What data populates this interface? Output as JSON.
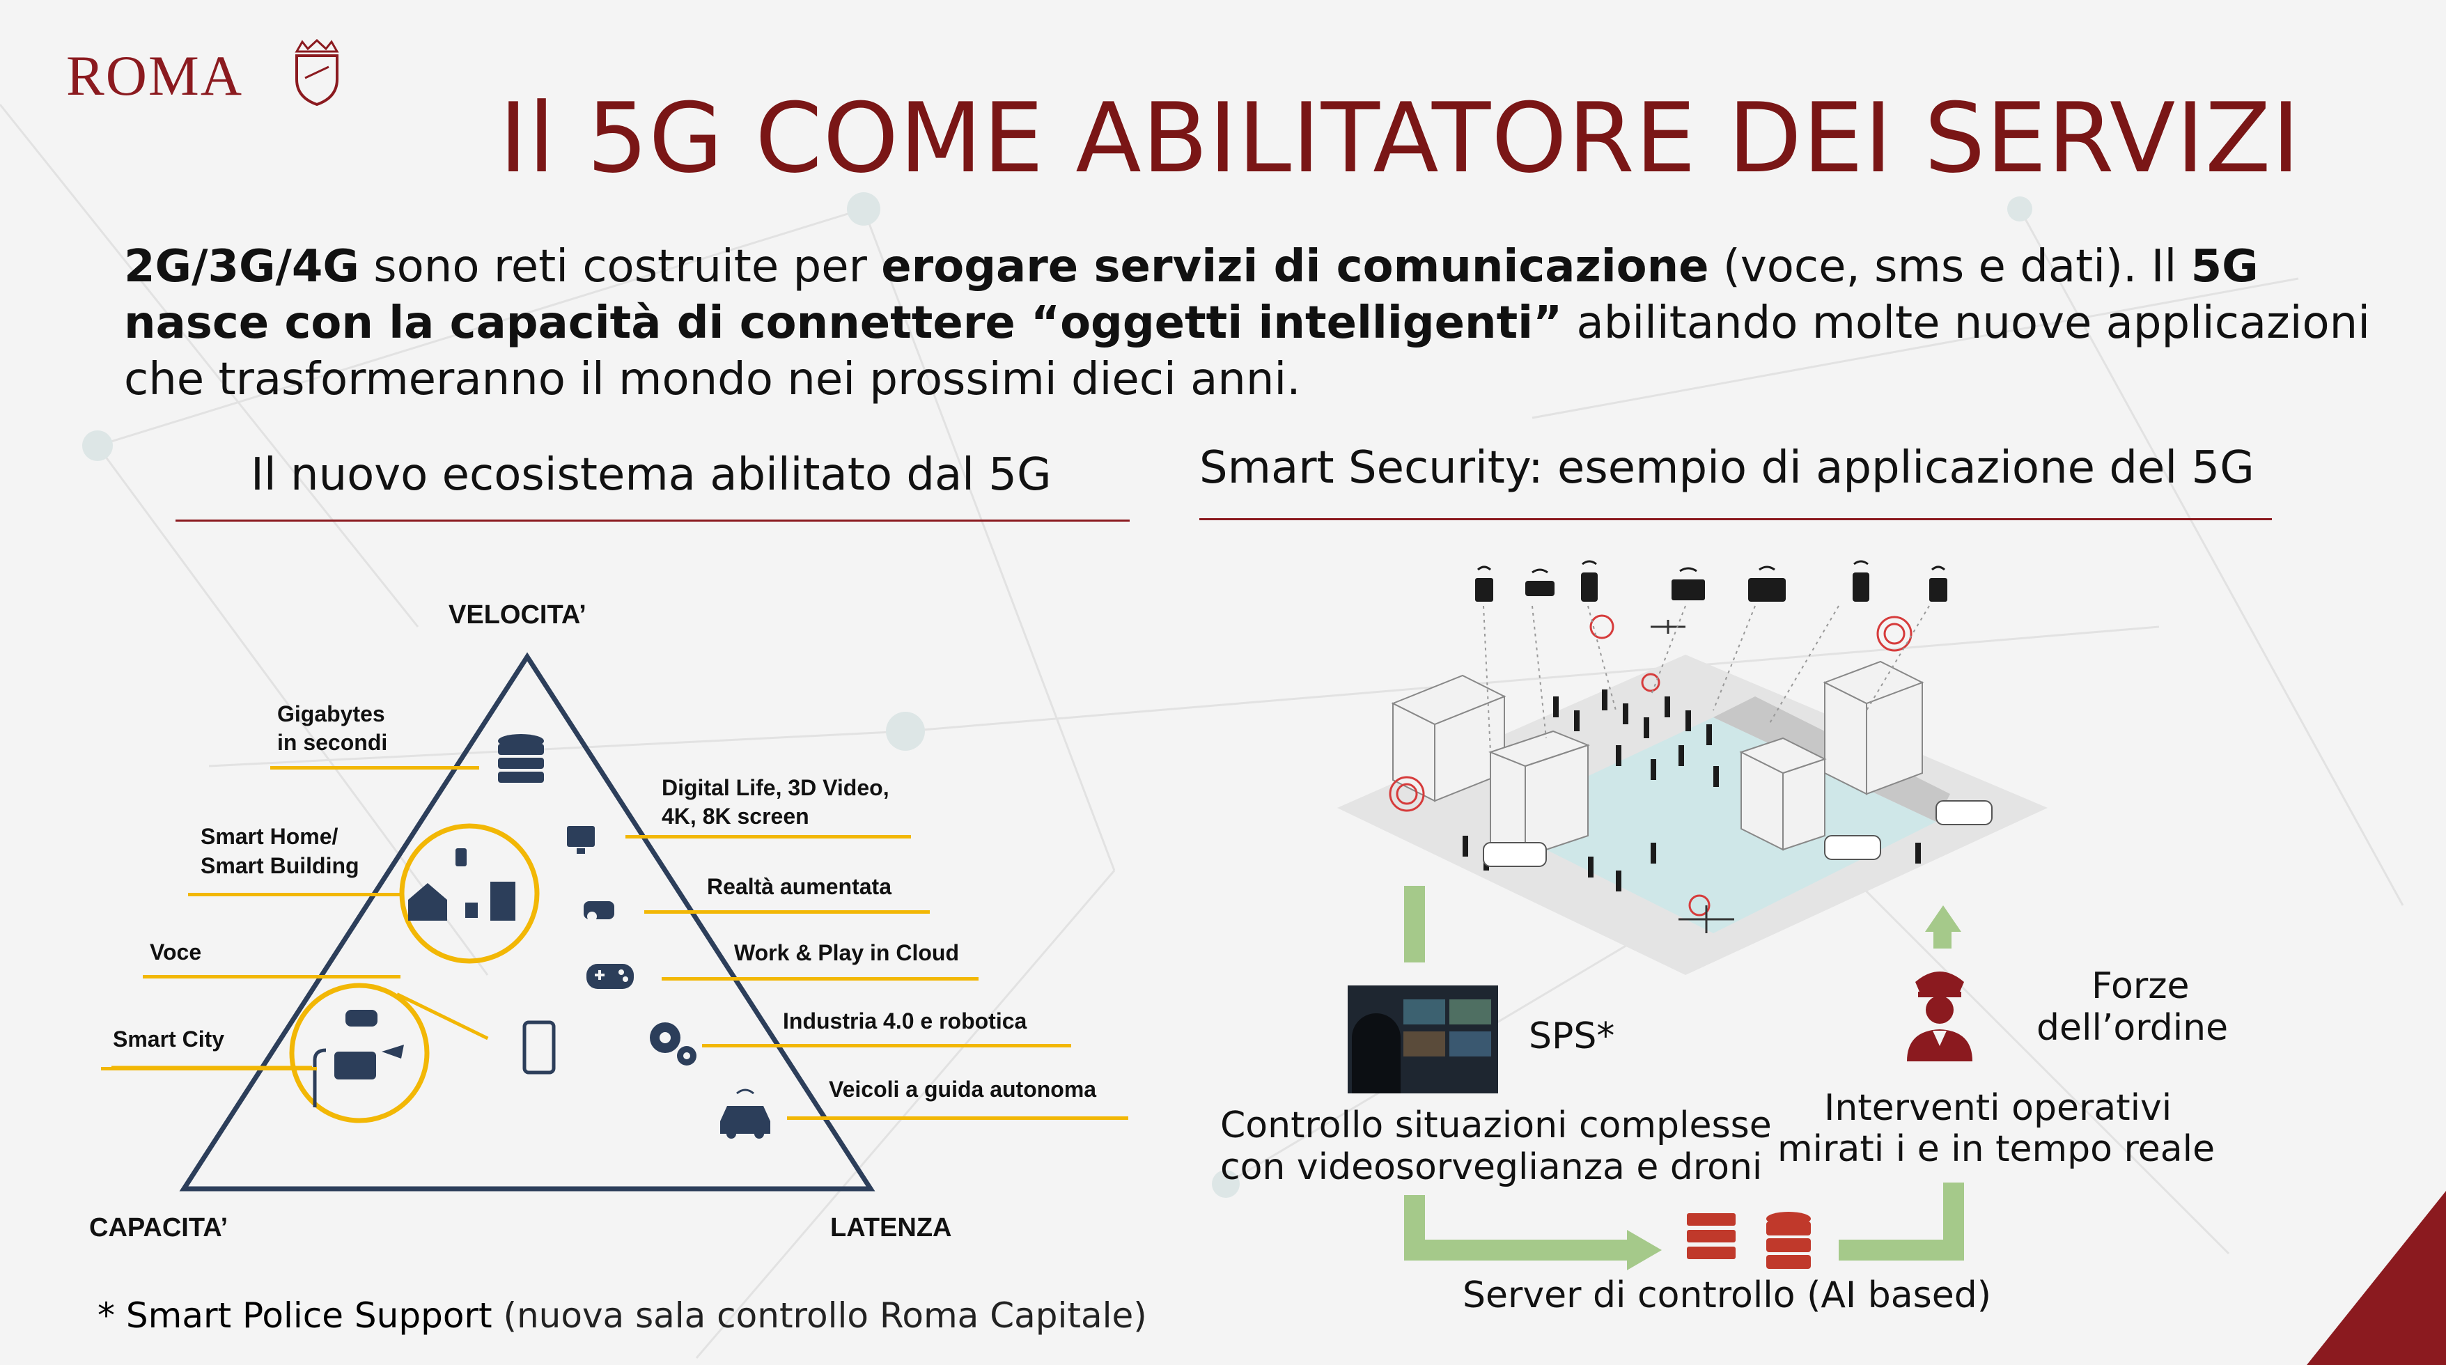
{
  "logo": {
    "text": "ROMA"
  },
  "title": "Il 5G COME ABILITATORE DEI SERVIZI",
  "intro": {
    "p1_b": "2G/3G/4G",
    "p1": " sono reti costruite per ",
    "p2_b": "erogare servizi di comunicazione",
    "p2": " (voce, sms e dati). Il ",
    "p3_b": "5G nasce con la capacità di connettere “oggetti intelligenti”",
    "p3": " abilitando molte nuove applicazioni che trasformeranno il mondo nei prossimi dieci anni."
  },
  "left_section": {
    "title": "Il nuovo ecosistema abilitato dal 5G",
    "vertex_top": "VELOCITA’",
    "vertex_left": "CAPACITA’",
    "vertex_right": "LATENZA",
    "left_items": [
      "Gigabytes",
      "in secondi",
      "Smart Home/",
      "Smart Building",
      "Voce",
      "Smart City"
    ],
    "right_items": [
      "Digital Life, 3D Video,",
      "4K, 8K screen",
      "Realtà aumentata",
      "Work & Play in Cloud",
      "Industria 4.0 e robotica",
      "Veicoli a guida autonoma"
    ]
  },
  "right_section": {
    "title": "Smart Security: esempio di applicazione del 5G",
    "sps": "SPS*",
    "sps_desc_1": "Controllo situazioni complesse",
    "sps_desc_2": "con videosorveglianza e droni",
    "forze_1": "Forze",
    "forze_2": "dell’ordine",
    "interv_1": "Interventi operativi",
    "interv_2": "mirati i e in tempo reale",
    "server": "Server di controllo (AI based)"
  },
  "footnote": {
    "bold": "* Smart Police Support",
    "rest": " (nuova sala controllo Roma Capitale)"
  },
  "colors": {
    "brand": "#8b1a1f",
    "title": "#7a1616",
    "triangle": "#2c3e5a",
    "highlight": "#f2b705",
    "arrow": "#a5c98a"
  },
  "icons": [
    "crest-icon",
    "database-icon",
    "smart-home-icon",
    "smart-city-icon",
    "monitor-icon",
    "vr-headset-icon",
    "gamepad-icon",
    "smartphone-icon",
    "gears-icon",
    "autonomous-car-icon",
    "server-icon",
    "police-officer-icon",
    "camera-room-photo",
    "city-surveillance-illustration"
  ]
}
